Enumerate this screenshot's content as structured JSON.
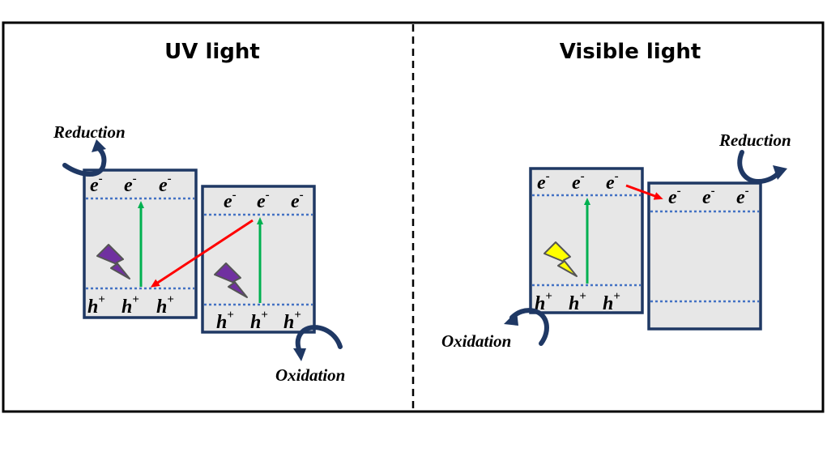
{
  "panels": {
    "uv": {
      "title": "UV light"
    },
    "visible": {
      "title": "Visible light"
    }
  },
  "labels": {
    "electron": "e",
    "electron_charge": "-",
    "hole": "h",
    "hole_charge": "+",
    "reduction": "Reduction",
    "oxidation": "Oxidation"
  },
  "colors": {
    "frame": "#000000",
    "box_fill": "#e7e7e7",
    "box_border": "#1f3864",
    "band_edge": "#4472c4",
    "excitation_arrow": "#00b050",
    "transfer_arrow": "#ff0000",
    "curved_arrow": "#1f3864",
    "uv_lightning": "#7030a0",
    "visible_lightning": "#ffff00"
  },
  "icons": {
    "uv_source": "lightning-bolt-icon",
    "visible_source": "lightning-bolt-icon",
    "reduction_arrow": "curved-arrow-icon",
    "oxidation_arrow": "curved-arrow-icon"
  }
}
